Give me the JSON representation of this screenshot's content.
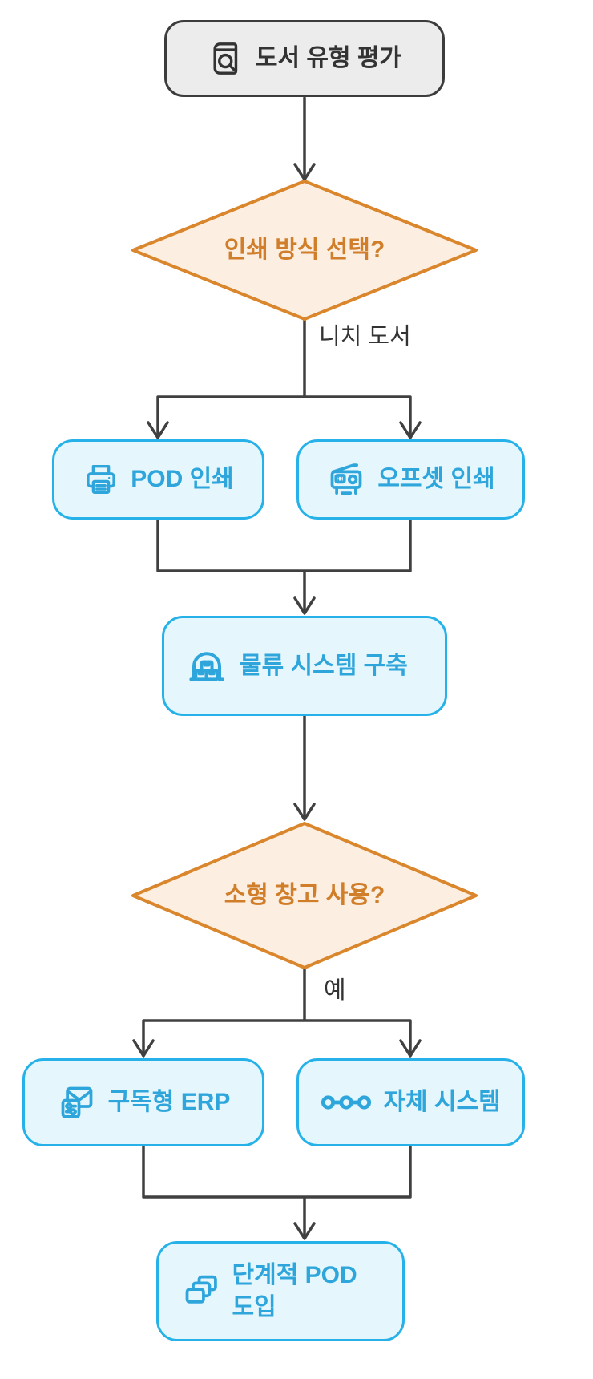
{
  "flowchart": {
    "colors": {
      "line": "#404040",
      "process_border": "#26b2e9",
      "process_fill": "#e5f6fd",
      "process_text": "#2ea6dc",
      "decision_border": "#da862d",
      "decision_fill": "#fcefe2",
      "decision_text": "#d07e2a",
      "start_border": "#3c3c3c",
      "start_fill": "#ececec",
      "start_text": "#333333",
      "edge_label_text": "#333333",
      "background": "#ffffff"
    },
    "nodes": {
      "start": {
        "label": "도서 유형 평가",
        "icon": "book-search-icon"
      },
      "decision1": {
        "label": "인쇄 방식 선택?"
      },
      "pod": {
        "label": "POD 인쇄",
        "icon": "printer-icon"
      },
      "offset": {
        "label": "오프셋 인쇄",
        "icon": "copier-icon"
      },
      "logistics": {
        "label": "물류 시스템 구축",
        "icon": "warehouse-icon"
      },
      "decision2": {
        "label": "소형 창고 사용?"
      },
      "erp": {
        "label": "구독형 ERP",
        "icon": "envelope-settings-icon"
      },
      "own_system": {
        "label": "자체 시스템",
        "icon": "nodes-icon"
      },
      "phased_pod": {
        "label": "단계적 POD 도입",
        "icon": "copies-icon"
      }
    },
    "edges": {
      "niche_label": "니치 도서",
      "yes_label": "예"
    }
  }
}
